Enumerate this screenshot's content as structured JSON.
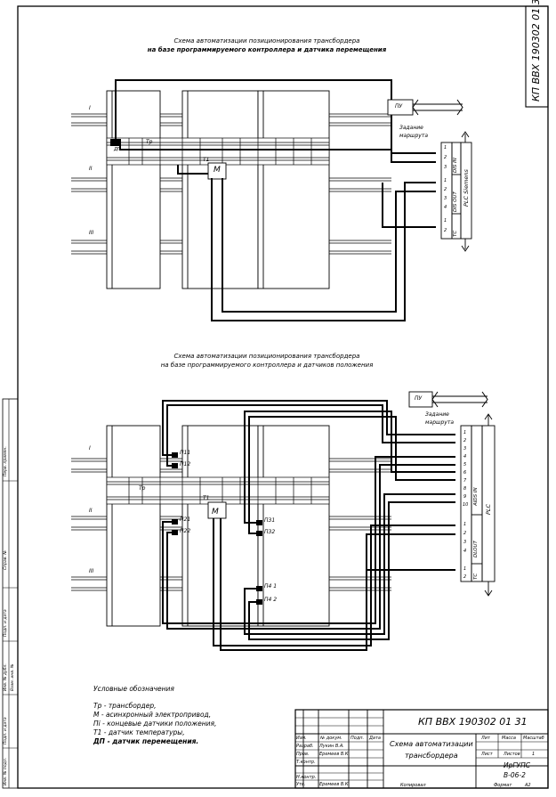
{
  "code_vertical": "КП ВВХ 190302 01 31",
  "diagram1": {
    "title_line1": "Схема автоматизации позиционирования трансбордера",
    "title_line2": "на базе программируемого контроллера и датчика перемещения",
    "track_labels": [
      "I",
      "II",
      "III"
    ],
    "labels": {
      "tr": "Тр",
      "dp": "ДП",
      "t1": "Т1",
      "m": "М",
      "pu": "ПУ",
      "zadanie": "Задание",
      "marshruta": "маршрута",
      "plc": "PLC Siemens",
      "di": "DIS IN",
      "do": "DIS OUT",
      "tc": "TC"
    },
    "pins": [
      "1",
      "2",
      "3",
      "1",
      "2",
      "3",
      "4",
      "1",
      "2"
    ]
  },
  "diagram2": {
    "title_line1": "Схема автоматизации позиционирования трансбордера",
    "title_line2": "на базе программируемого контроллера и датчиков положения",
    "track_labels": [
      "I",
      "II",
      "III"
    ],
    "labels": {
      "tr": "Тр",
      "t1": "Т1",
      "m": "М",
      "pu": "ПУ",
      "zadanie": "Задание",
      "marshruta": "маршрута",
      "plc": "PLC",
      "di": "AIDS IN",
      "do": "DLOUT",
      "tc": "TC",
      "p11": "П11",
      "p12": "П12",
      "p21": "П21",
      "p22": "П22",
      "p31": "П31",
      "p32": "П32",
      "p41": "П4 1",
      "p42": "П4 2"
    },
    "pins": [
      "1",
      "2",
      "3",
      "4",
      "5",
      "6",
      "7",
      "8",
      "9",
      "10",
      "1",
      "2",
      "3",
      "4",
      "1",
      "2"
    ]
  },
  "legend": {
    "heading": "Условные обозначения",
    "items": [
      "Тр - трансбордер,",
      "М - асинхронный электропривод,",
      "Пi - концевые датчики положения,",
      "Т1 - датчик температуры,",
      "ДП - датчик перемещения."
    ]
  },
  "title_block": {
    "code": "КП ВВХ 190302 01 31",
    "name_line1": "Схема автоматизации",
    "name_line2": "трансбордера",
    "lit": "Лит",
    "massa": "Масса",
    "masshtab": "Масштаб",
    "list": "Лист",
    "listov": "Листов",
    "listov_num": "1",
    "org_line1": "ИрГУПС",
    "org_line2": "В-06-2",
    "kopiroval": "Копировал",
    "format": "Формат",
    "format_val": "А2",
    "rows": [
      "Изм.",
      "Разраб.",
      "Пров.",
      "Т.контр.",
      "",
      "Н.контр.",
      "Утв."
    ],
    "cols": [
      "№ докум.",
      "Подп.",
      "Дата"
    ],
    "names": [
      "Лукин В.А.",
      "Еремеев В.К.",
      "",
      "",
      "Еремеев В.К."
    ]
  },
  "side_stamps": [
    "Перв. примен.",
    "Справ. №",
    "Подп. и дата",
    "Инв. № дубл.",
    "Взам. инв. №",
    "Подп. и дата",
    "Инв. № подл."
  ]
}
